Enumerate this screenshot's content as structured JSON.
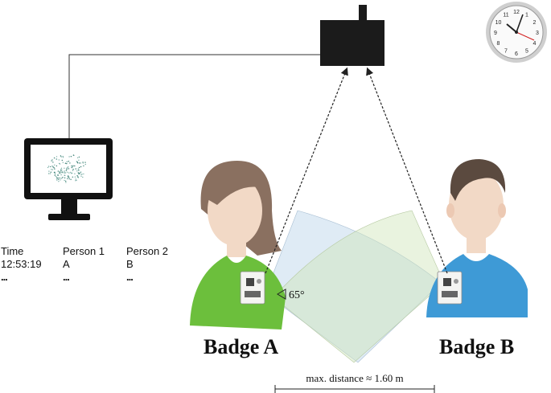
{
  "table": {
    "columns": [
      {
        "header": "Time",
        "value": "12:53:19",
        "more": "..."
      },
      {
        "header": "Person 1",
        "value": "A",
        "more": "..."
      },
      {
        "header": "Person 2",
        "value": "B",
        "more": "..."
      }
    ]
  },
  "labels": {
    "badge_a": "Badge A",
    "badge_b": "Badge B",
    "angle": "65°",
    "distance": "max. distance ≈ 1.60 m"
  },
  "clock": {
    "numerals": [
      "12",
      "1",
      "2",
      "3",
      "4",
      "5",
      "6",
      "7",
      "8",
      "9",
      "10",
      "11"
    ]
  },
  "colors": {
    "shirt_a": "#6cbf3c",
    "shirt_b": "#3e9ad6",
    "hair_a": "#8a7060",
    "hair_b": "#5b4a3f",
    "skin": "#f2d9c6",
    "cone_blue": "#b9d3e8",
    "cone_green": "#cfe4b8",
    "receiver": "#1b1b1b",
    "second_hand": "#d21f1f"
  },
  "icons": [
    "receiver-icon",
    "monitor-icon",
    "clock-icon",
    "badge-icon",
    "person-icon"
  ]
}
